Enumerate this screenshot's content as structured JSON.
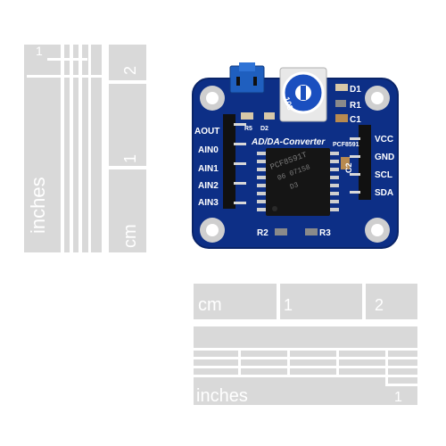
{
  "colors": {
    "ruler": "#d9d9d9",
    "pcb": "#0d2f86",
    "silkscreen": "#ffffff",
    "chip": "#151515",
    "jumper": "#1f5fbf",
    "pot": "#1a4fbf"
  },
  "vertical_ruler": {
    "inch_number": "1",
    "unit_inches": "inches",
    "cm_numbers": [
      "2",
      "1"
    ],
    "unit_cm": "cm"
  },
  "horizontal_ruler": {
    "unit_cm": "cm",
    "cm_numbers": [
      "1",
      "2"
    ],
    "unit_inches": "inches",
    "inch_number": "1"
  },
  "board": {
    "title": "AD/DA-Converter",
    "left_pins": [
      "AOUT",
      "AIN0",
      "AIN1",
      "AIN2",
      "AIN3"
    ],
    "right_pins": [
      "VCC",
      "GND",
      "SCL",
      "SDA"
    ],
    "refs": {
      "r5": "R5",
      "d2": "D2",
      "d1": "D1",
      "r1": "R1",
      "c1": "C1",
      "c2": "C2",
      "r2": "R2",
      "r3": "R3",
      "ic": "PCF8591"
    },
    "chip_marking": [
      "PCF8591T",
      "06 07158",
      "D3"
    ],
    "pot_marking": "103"
  }
}
